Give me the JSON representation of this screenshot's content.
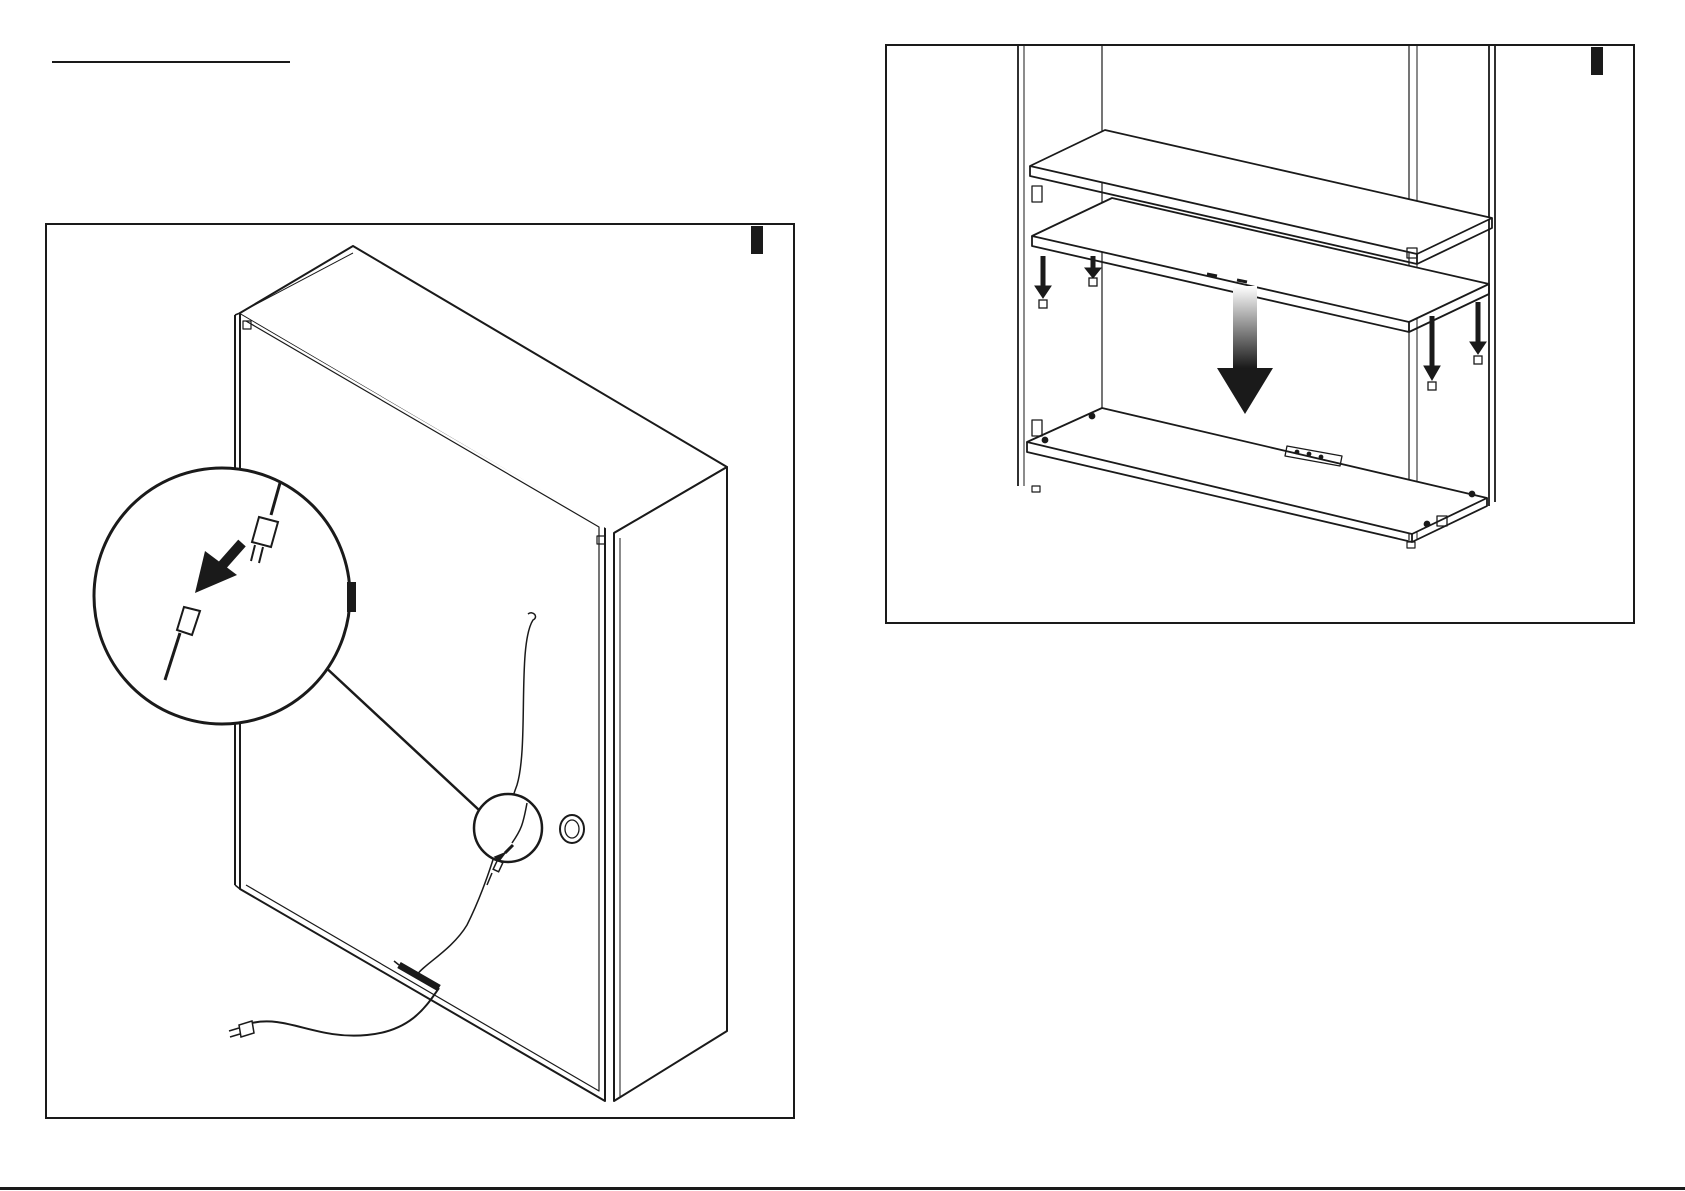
{
  "document": {
    "type": "assembly-instructions",
    "panels": [
      {
        "id": "left",
        "content": "cabinet-rear-cable-connection"
      },
      {
        "id": "right",
        "content": "shelf-installation"
      }
    ],
    "colors": {
      "line": "#1a1a1a",
      "background": "#ffffff",
      "arrow-gradient-start": "#ffffff",
      "arrow-gradient-end": "#1a1a1a"
    },
    "icons": [
      "arrow-down-icon",
      "magnifier-callout-icon",
      "plug-icon",
      "connector-icon"
    ]
  }
}
